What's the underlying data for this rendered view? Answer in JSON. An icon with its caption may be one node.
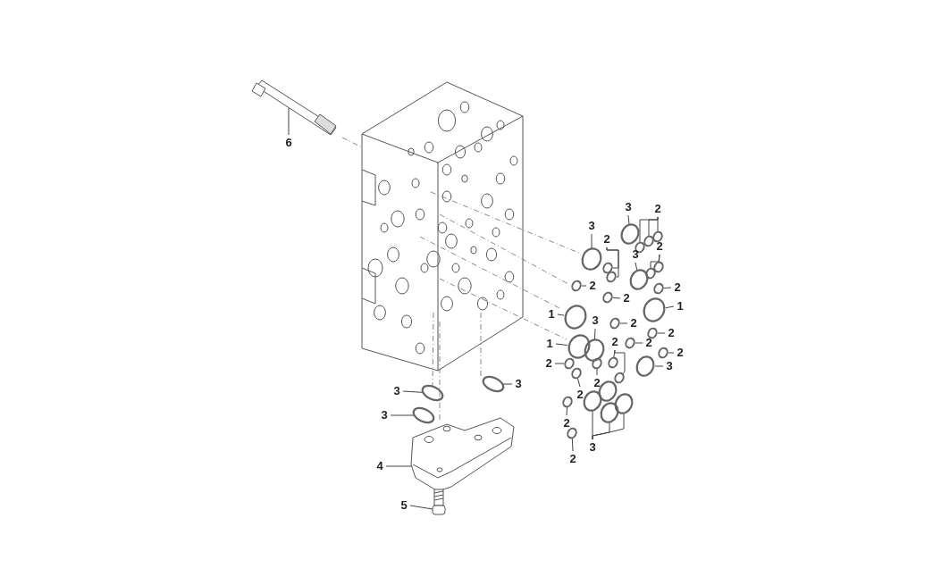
{
  "diagram": {
    "nodes": [
      {
        "text": [
          "6"
        ]
      },
      {
        "text": [
          "3"
        ]
      },
      {
        "text": [
          "3"
        ]
      },
      {
        "text": [
          "2"
        ]
      },
      {
        "text": [
          "2"
        ]
      },
      {
        "text": [
          "3"
        ]
      },
      {
        "text": [
          "2"
        ]
      },
      {
        "text": [
          "2"
        ]
      },
      {
        "text": [
          "2"
        ]
      },
      {
        "text": [
          "2"
        ]
      },
      {
        "text": [
          "1"
        ]
      },
      {
        "text": [
          "1"
        ]
      },
      {
        "text": [
          "3"
        ]
      },
      {
        "text": [
          "2"
        ]
      },
      {
        "text": [
          "2"
        ]
      },
      {
        "text": [
          "1"
        ]
      },
      {
        "text": [
          "2"
        ]
      },
      {
        "text": [
          "2"
        ]
      },
      {
        "text": [
          "2"
        ]
      },
      {
        "text": [
          "2"
        ]
      },
      {
        "text": [
          "3"
        ]
      },
      {
        "text": [
          "2"
        ]
      },
      {
        "text": [
          "2"
        ]
      },
      {
        "text": [
          "3"
        ]
      },
      {
        "text": [
          "3"
        ]
      },
      {
        "text": [
          "3"
        ]
      },
      {
        "text": [
          "2"
        ]
      },
      {
        "text": [
          "3"
        ]
      },
      {
        "text": [
          "2"
        ]
      },
      {
        "text": [
          "4"
        ]
      },
      {
        "text": [
          "5"
        ]
      },
      {
        "text": [],
        "shape": "picture"
      },
      {
        "text": [],
        "shape": "picture"
      },
      {
        "text": [],
        "shape": "picture"
      },
      {
        "text": [],
        "shape": "circle"
      },
      {
        "text": [],
        "shape": "circle"
      },
      {
        "text": [],
        "shape": "circle"
      },
      {
        "text": [],
        "shape": "circle"
      },
      {
        "text": [],
        "shape": "circle"
      },
      {
        "text": [],
        "shape": "circle"
      },
      {
        "text": [],
        "shape": "circle"
      },
      {
        "text": [],
        "shape": "circle"
      },
      {
        "text": [],
        "shape": "circle"
      },
      {
        "text": [],
        "shape": "circle"
      },
      {
        "text": [],
        "shape": "circle"
      },
      {
        "text": [],
        "shape": "circle"
      },
      {
        "text": [],
        "shape": "circle"
      },
      {
        "text": [],
        "shape": "circle"
      },
      {
        "text": [],
        "shape": "circle"
      },
      {
        "text": [],
        "shape": "circle"
      },
      {
        "text": [],
        "shape": "circle"
      },
      {
        "text": [],
        "shape": "circle"
      },
      {
        "text": [],
        "shape": "circle"
      },
      {
        "text": [],
        "shape": "circle"
      },
      {
        "text": [],
        "shape": "circle"
      },
      {
        "text": [],
        "shape": "circle"
      },
      {
        "text": [],
        "shape": "circle"
      },
      {
        "text": [],
        "shape": "circle"
      },
      {
        "text": [],
        "shape": "circle"
      },
      {
        "text": [],
        "shape": "circle"
      },
      {
        "text": [],
        "shape": "circle"
      },
      {
        "text": [],
        "shape": "circle"
      },
      {
        "text": [],
        "shape": "circle"
      },
      {
        "text": [],
        "shape": "circle"
      },
      {
        "text": [],
        "shape": "circle"
      },
      {
        "text": [],
        "shape": "circle"
      },
      {
        "text": [],
        "shape": "circle"
      },
      {
        "text": [],
        "shape": "circle"
      },
      {
        "text": [],
        "shape": "circle"
      },
      {
        "text": [],
        "shape": "circle"
      }
    ],
    "edges": [
      {
        "from": 0,
        "to": 31,
        "arrow": "none"
      },
      {
        "from": 1,
        "to": 34,
        "arrow": "none"
      },
      {
        "from": 2,
        "to": 35,
        "arrow": "none"
      },
      {
        "from": 3,
        "to": 49,
        "arrow": "none"
      },
      {
        "from": 3,
        "to": 50,
        "arrow": "none"
      },
      {
        "from": 3,
        "to": 51,
        "arrow": "none"
      },
      {
        "from": 4,
        "to": 52,
        "arrow": "none"
      },
      {
        "from": 4,
        "to": 53,
        "arrow": "none"
      },
      {
        "from": 5,
        "to": 36,
        "arrow": "none"
      },
      {
        "from": 6,
        "to": 54,
        "arrow": "none"
      },
      {
        "from": 6,
        "to": 55,
        "arrow": "none"
      },
      {
        "from": 7,
        "to": 56,
        "arrow": "none"
      },
      {
        "from": 8,
        "to": 57,
        "arrow": "none"
      },
      {
        "from": 9,
        "to": 58,
        "arrow": "none"
      },
      {
        "from": 10,
        "to": 40,
        "arrow": "none"
      },
      {
        "from": 11,
        "to": 41,
        "arrow": "none"
      },
      {
        "from": 12,
        "to": 43,
        "arrow": "none"
      },
      {
        "from": 13,
        "to": 59,
        "arrow": "none"
      },
      {
        "from": 14,
        "to": 60,
        "arrow": "none"
      },
      {
        "from": 15,
        "to": 42,
        "arrow": "none"
      },
      {
        "from": 16,
        "to": 61,
        "arrow": "none"
      },
      {
        "from": 17,
        "to": 62,
        "arrow": "none"
      },
      {
        "from": 18,
        "to": 63,
        "arrow": "none"
      },
      {
        "from": 19,
        "to": 65,
        "arrow": "none"
      },
      {
        "from": 19,
        "to": 66,
        "arrow": "none"
      },
      {
        "from": 20,
        "to": 44,
        "arrow": "none"
      },
      {
        "from": 21,
        "to": 64,
        "arrow": "none"
      },
      {
        "from": 22,
        "to": 67,
        "arrow": "none"
      },
      {
        "from": 23,
        "to": 38,
        "arrow": "none"
      },
      {
        "from": 24,
        "to": 39,
        "arrow": "none"
      },
      {
        "from": 25,
        "to": 37,
        "arrow": "none"
      },
      {
        "from": 26,
        "to": 68,
        "arrow": "none"
      },
      {
        "from": 27,
        "to": 45,
        "arrow": "none"
      },
      {
        "from": 27,
        "to": 47,
        "arrow": "none"
      },
      {
        "from": 27,
        "to": 48,
        "arrow": "none"
      },
      {
        "from": 28,
        "to": 69,
        "arrow": "none"
      },
      {
        "from": 29,
        "to": 32,
        "arrow": "none"
      },
      {
        "from": 30,
        "to": 33,
        "arrow": "none"
      }
    ]
  }
}
